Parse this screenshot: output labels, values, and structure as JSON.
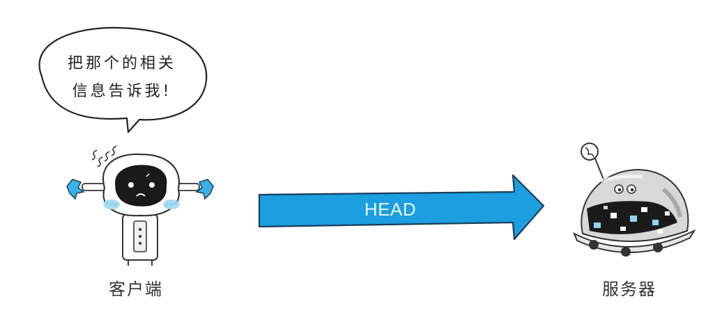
{
  "speech_bubble": {
    "line1": "把那个的相关",
    "line2": "信息告诉我!"
  },
  "request": {
    "method": "HEAD"
  },
  "client": {
    "label": "客户端"
  },
  "server": {
    "label": "服务器"
  },
  "colors": {
    "arrow": "#1d9ee0",
    "arrow_stroke": "#1a3c5a",
    "cheek": "#a9dcf3",
    "hand": "#3ab0e8",
    "screen": "#1a1a1a"
  }
}
